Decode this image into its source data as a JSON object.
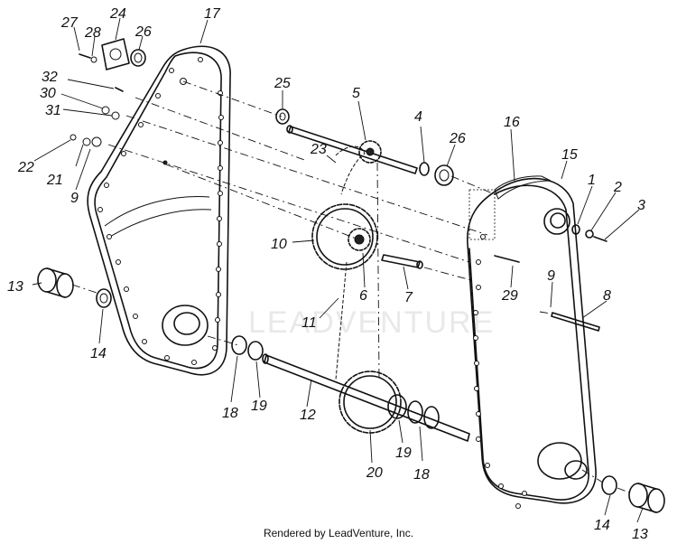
{
  "callouts": {
    "p1": "1",
    "p2": "2",
    "p3": "3",
    "p4": "4",
    "p5": "5",
    "p6": "6",
    "p7": "7",
    "p8": "8",
    "p9a": "9",
    "p9b": "9",
    "p10": "10",
    "p11": "11",
    "p12": "12",
    "p13a": "13",
    "p13b": "13",
    "p14a": "14",
    "p14b": "14",
    "p15": "15",
    "p16": "16",
    "p17": "17",
    "p18a": "18",
    "p18b": "18",
    "p19a": "19",
    "p19b": "19",
    "p20": "20",
    "p21": "21",
    "p22": "22",
    "p23": "23",
    "p24": "24",
    "p25": "25",
    "p26a": "26",
    "p26b": "26",
    "p27": "27",
    "p28": "28",
    "p29": "29",
    "p30": "30",
    "p31": "31",
    "p32": "32"
  },
  "watermark": "LEADVENTURE",
  "footer": "Rendered by LeadVenture, Inc."
}
